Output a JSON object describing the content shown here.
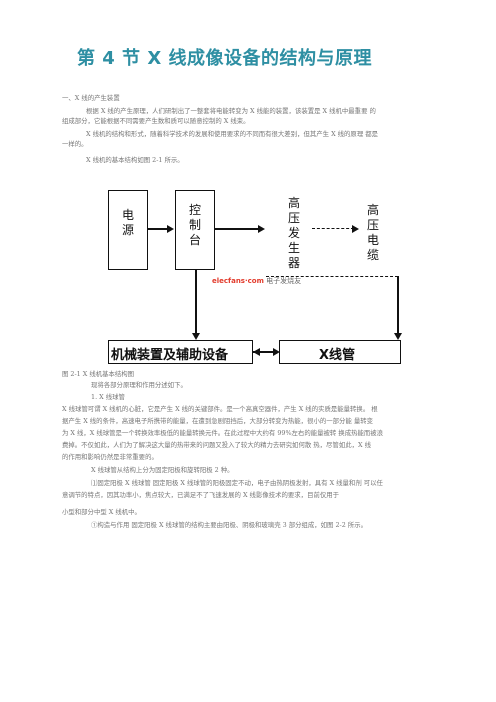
{
  "title": "第 4 节 X 线成像设备的结构与原理",
  "paragraphs": [
    "一、X 线的产生装置",
    "根据 X 线的产生原理，人们研制出了一整套将电能转变为 X 线能的装置，该装置是 X 线机中最重要  的",
    "组成部分，它能根据不同需要产生数和质可以随意控制的 X 线束。",
    "X 线机的结构和形式，随着科学技术的发展和使用要求的不同而有很大差别，但其产生 X 线的原理 都是",
    "一样的。",
    "X 线机的基本结构如图 2-1 所示。"
  ],
  "diagram": {
    "power": "电源",
    "console": "控制台",
    "generator": "高压发生器",
    "cable": "高压电缆",
    "mechanical": "机械装置及辅助设备",
    "tube": "X线管",
    "watermark_a": "elecfans·com",
    "watermark_b": "电子发烧友"
  },
  "body": [
    "图 2-1 X 线机基本结构图",
    "现将各部分原理和作用分述如下。",
    "1. X 线球管",
    "X 线球管可谓 X 线机的心脏，它是产生 X 线的关键部件。是一个高真空器件，产生 X 线的实质是能量转换。  根",
    "据产生 X 线的条件，高速电子所携带的能量，在遭到急剧阻挡后，大部分转变为热能，很小的一部分能  量转变",
    "为 X 线，X 线球管是一个转换效率极低的能量转换元件。在此过程中大约有 99%左右的能量被转 换成热能而被浪",
    "费掉。不仅如此，人们为了解决这大量的热带来的问题又投入了较大的精力去研究如何散  热，尽管如此，X 线",
    "的作用和影响仍然是非常重要的。",
    "X 线球管从结构上分为固定阳极和旋转阳极 2 种。",
    "⑴固定阳极 X 线球管 固定阳极 X 线球管的阳极固定不动，电子由热阴极发射，具有 X 线量和剂 可以任",
    "意调节的特点，因其功率小，焦点较大，已满足不了飞速发展的 X 线影像技术的要求，目前仅用于",
    "小型和部分中型 X 线机中。",
    "①构造与作用  固定阳极 X 线球管的结构主要由阳极、阴极和玻璃壳 3 部分组成，如图 2-2 所示。"
  ]
}
